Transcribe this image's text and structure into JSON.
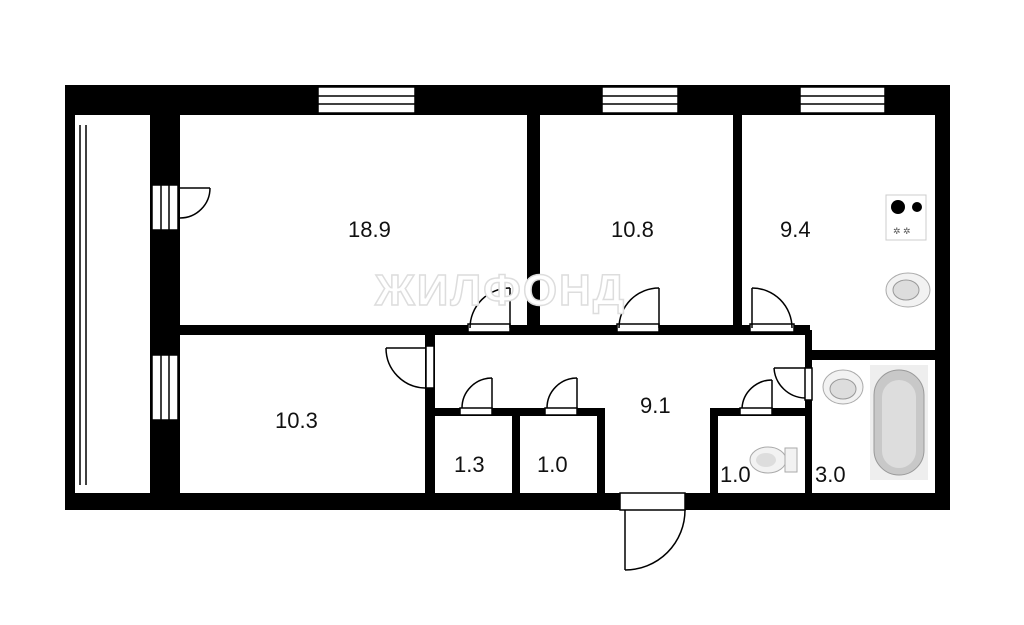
{
  "watermark": "ЖИЛФОНД",
  "rooms": [
    {
      "id": "room-large",
      "area": "18.9"
    },
    {
      "id": "room-middle",
      "area": "10.8"
    },
    {
      "id": "kitchen",
      "area": "9.4"
    },
    {
      "id": "room-small",
      "area": "10.3"
    },
    {
      "id": "hallway",
      "area": "9.1"
    },
    {
      "id": "closet-1",
      "area": "1.3"
    },
    {
      "id": "closet-2",
      "area": "1.0"
    },
    {
      "id": "toilet",
      "area": "1.0"
    },
    {
      "id": "bathroom",
      "area": "3.0"
    }
  ],
  "colors": {
    "wall": "#000000",
    "background": "#ffffff",
    "fixture": "#c8c8c8"
  }
}
